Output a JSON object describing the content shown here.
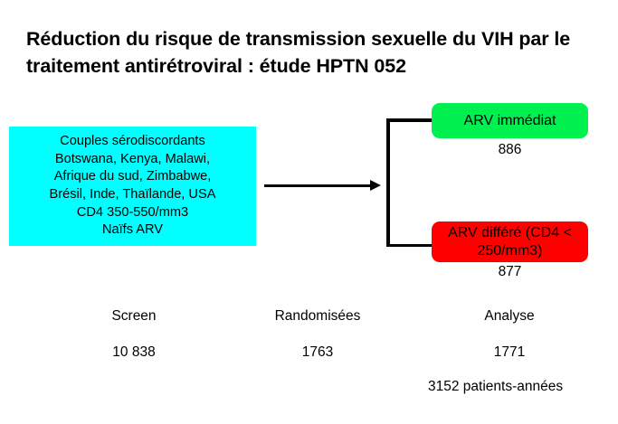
{
  "slide": {
    "title": "Réduction du risque de transmission sexuelle du VIH par le traitement antirétroviral : étude HPTN 052"
  },
  "colors": {
    "screen_box": "#00ffff",
    "immediate_arm": "#00f050",
    "deferred_arm": "#ff0000",
    "connector": "#000000",
    "text": "#000000",
    "background": "#ffffff"
  },
  "flow": {
    "screen_box": {
      "text": "Couples sérodiscordants\nBotswana, Kenya, Malawi,\nAfrique du sud, Zimbabwe,\nBrésil, Inde, Thaïlande, USA\nCD4 350-550/mm3\nNaïfs ARV"
    },
    "arms": [
      {
        "id": "immediate",
        "label": "ARV immédiat",
        "count": "886"
      },
      {
        "id": "deferred",
        "label": "ARV différé (CD4 <\n250/mm3)",
        "count": "877"
      }
    ]
  },
  "stages": [
    {
      "id": "screen",
      "label": "Screen",
      "value": "10 838"
    },
    {
      "id": "randomized",
      "label": "Randomisées",
      "value": "1763"
    },
    {
      "id": "analysis",
      "label": "Analyse",
      "value": "1771"
    }
  ],
  "footnote": {
    "text": "3152 patients-années"
  }
}
